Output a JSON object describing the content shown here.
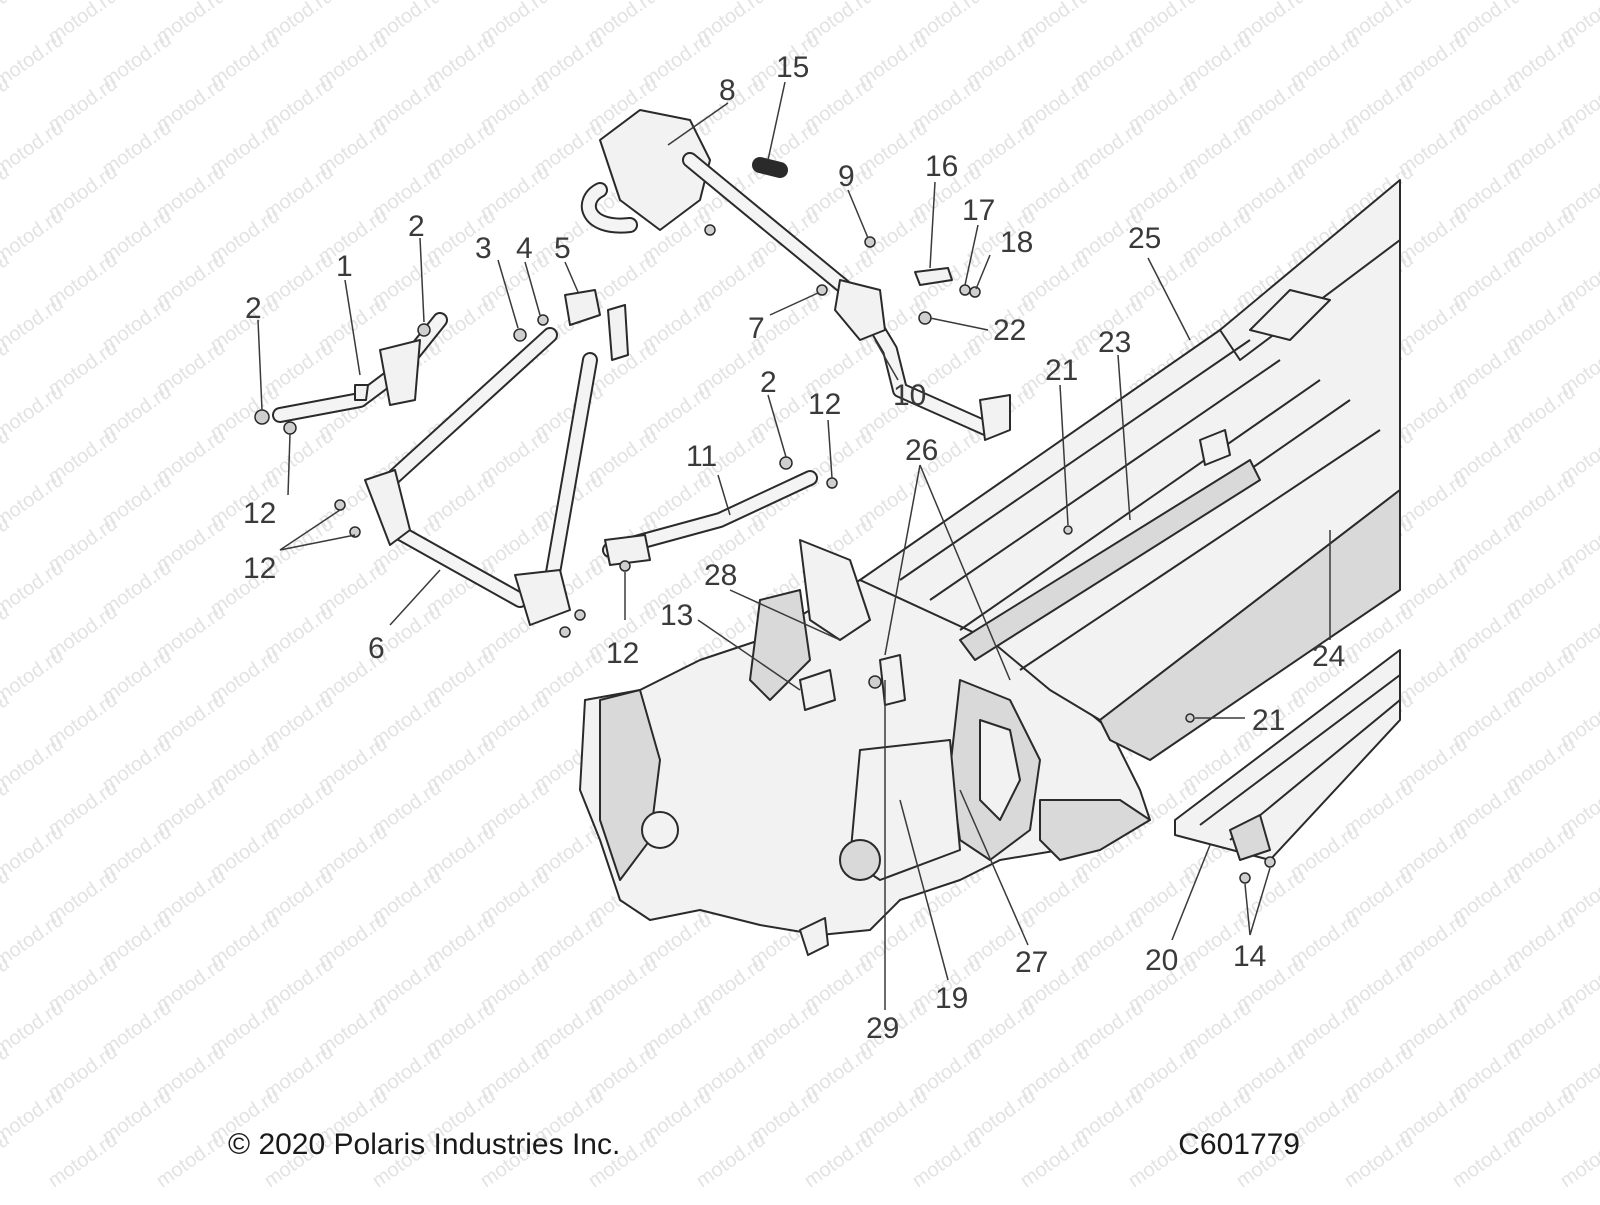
{
  "watermark": {
    "text": "motod.ru"
  },
  "footer": {
    "copyright": "© 2020 Polaris Industries Inc.",
    "diagram_id": "C601779"
  },
  "callouts": {
    "c1": "1",
    "c2a": "2",
    "c2b": "2",
    "c2c": "2",
    "c3": "3",
    "c4": "4",
    "c5": "5",
    "c6": "6",
    "c7": "7",
    "c8": "8",
    "c9": "9",
    "c10": "10",
    "c11": "11",
    "c12a": "12",
    "c12b": "12",
    "c12c": "12",
    "c12d": "12",
    "c13": "13",
    "c14": "14",
    "c15": "15",
    "c16": "16",
    "c17": "17",
    "c18": "18",
    "c19": "19",
    "c20": "20",
    "c21a": "21",
    "c21b": "21",
    "c22": "22",
    "c23": "23",
    "c24": "24",
    "c25": "25",
    "c26": "26",
    "c27": "27",
    "c28": "28",
    "c29": "29"
  },
  "colors": {
    "line": "#2a2a2a",
    "fill": "#f2f2f2",
    "shade": "#d9d9d9",
    "watermark": "#e3e3e3"
  }
}
